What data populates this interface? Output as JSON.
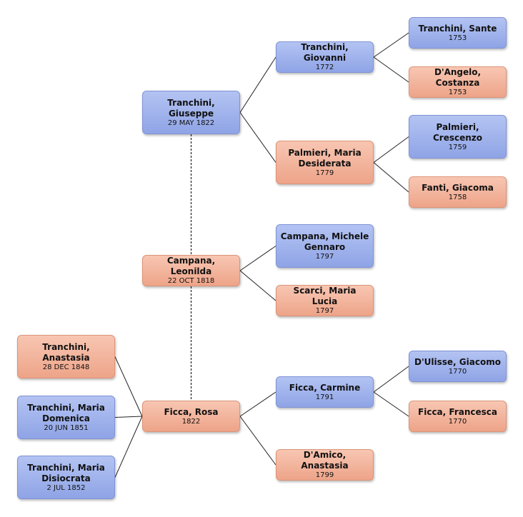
{
  "people": {
    "giuseppe": {
      "name": "Tranchini,\nGiuseppe",
      "date": "29 MAY 1822",
      "sex": "m"
    },
    "giovanni": {
      "name": "Tranchini, Giovanni",
      "date": "1772",
      "sex": "m"
    },
    "sante": {
      "name": "Tranchini, Sante",
      "date": "1753",
      "sex": "m"
    },
    "costanza": {
      "name": "D'Angelo, Costanza",
      "date": "1753",
      "sex": "f"
    },
    "desiderata": {
      "name": "Palmieri, Maria\nDesiderata",
      "date": "1779",
      "sex": "f"
    },
    "crescenzo": {
      "name": "Palmieri,\nCrescenzo",
      "date": "1759",
      "sex": "m"
    },
    "giacoma": {
      "name": "Fanti, Giacoma",
      "date": "1758",
      "sex": "f"
    },
    "leonilda": {
      "name": "Campana, Leonilda",
      "date": "22 OCT 1818",
      "sex": "f"
    },
    "michele": {
      "name": "Campana, Michele\nGennaro",
      "date": "1797",
      "sex": "m"
    },
    "marialucia": {
      "name": "Scarci, Maria Lucia",
      "date": "1797",
      "sex": "f"
    },
    "rosa": {
      "name": "Ficca, Rosa",
      "date": "1822",
      "sex": "f"
    },
    "carmine": {
      "name": "Ficca, Carmine",
      "date": "1791",
      "sex": "m"
    },
    "giacomo": {
      "name": "D'Ulisse, Giacomo",
      "date": "1770",
      "sex": "m"
    },
    "francesca": {
      "name": "Ficca, Francesca",
      "date": "1770",
      "sex": "f"
    },
    "anastasia_d": {
      "name": "D'Amico, Anastasia",
      "date": "1799",
      "sex": "f"
    },
    "anastasia_t": {
      "name": "Tranchini,\nAnastasia",
      "date": "28 DEC 1848",
      "sex": "f"
    },
    "domenica": {
      "name": "Tranchini, Maria\nDomenica",
      "date": "20 JUN 1851",
      "sex": "m"
    },
    "disiocrata": {
      "name": "Tranchini, Maria\nDisiocrata",
      "date": "2 JUL 1852",
      "sex": "m"
    }
  },
  "colors": {
    "male": "#9fb2ec",
    "female": "#f2b59d",
    "line": "#222222"
  }
}
